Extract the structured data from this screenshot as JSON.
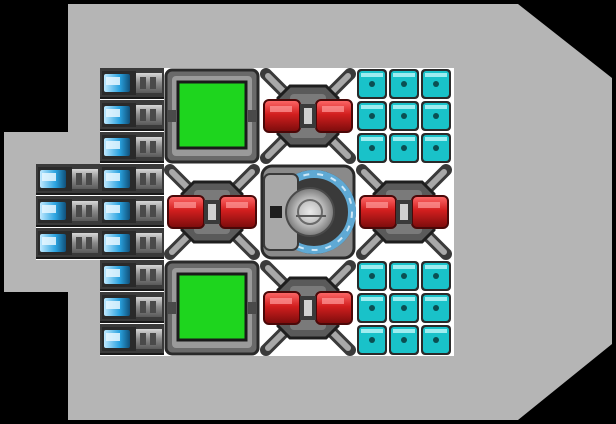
{
  "scene": {
    "title": "",
    "colors": {
      "background": "#000000",
      "hull": "#b5b5b5",
      "deck": "#ffffff",
      "storage_screen": "#1ed51e",
      "thruster_glow": "#2aa3e0",
      "cannon_red": "#d21e1e",
      "shield_cell": "#19c2c9",
      "reactor_blue": "#5fa9d4"
    }
  },
  "ship": {
    "modules": [
      {
        "id": "storage-top-left",
        "kind": "storage",
        "icon": "green-screen-icon"
      },
      {
        "id": "cannon-top",
        "kind": "cannon",
        "icon": "twin-red-cannon-icon"
      },
      {
        "id": "cannon-left",
        "kind": "cannon",
        "icon": "twin-red-cannon-icon"
      },
      {
        "id": "reactor-core",
        "kind": "reactor",
        "icon": "reactor-dome-icon"
      },
      {
        "id": "cannon-right",
        "kind": "cannon",
        "icon": "twin-red-cannon-icon"
      },
      {
        "id": "storage-bottom-left",
        "kind": "storage",
        "icon": "green-screen-icon"
      },
      {
        "id": "cannon-bottom",
        "kind": "cannon",
        "icon": "twin-red-cannon-icon"
      },
      {
        "id": "shield-grid-top",
        "kind": "shield",
        "icon": "shield-cell-icon",
        "cells": 9
      },
      {
        "id": "shield-grid-bottom",
        "kind": "shield",
        "icon": "shield-cell-icon",
        "cells": 9
      }
    ],
    "thrusters": {
      "column_main": 9,
      "column_aux": 3,
      "icon": "thruster-icon"
    }
  }
}
